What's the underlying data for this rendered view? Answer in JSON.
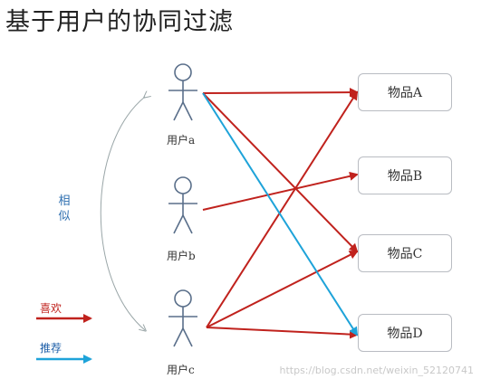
{
  "title": "基于用户的协同过滤",
  "users": [
    {
      "label": "用户a"
    },
    {
      "label": "用户b"
    },
    {
      "label": "用户c"
    }
  ],
  "items": [
    {
      "label": "物品A"
    },
    {
      "label": "物品B"
    },
    {
      "label": "物品C"
    },
    {
      "label": "物品D"
    }
  ],
  "similar_label": "相似",
  "legend": {
    "like": {
      "label": "喜欢",
      "color": "#c0221d"
    },
    "recommend": {
      "label": "推荐",
      "color": "#1ea3d9"
    }
  },
  "edges": [
    {
      "from": "用户a",
      "to": "物品A",
      "type": "like"
    },
    {
      "from": "用户a",
      "to": "物品C",
      "type": "like"
    },
    {
      "from": "用户b",
      "to": "物品B",
      "type": "like"
    },
    {
      "from": "用户c",
      "to": "物品A",
      "type": "like"
    },
    {
      "from": "用户c",
      "to": "物品C",
      "type": "like"
    },
    {
      "from": "用户c",
      "to": "物品D",
      "type": "like"
    },
    {
      "from": "用户a",
      "to": "物品D",
      "type": "recommend"
    }
  ],
  "watermark": "https://blog.csdn.net/weixin_52120741"
}
